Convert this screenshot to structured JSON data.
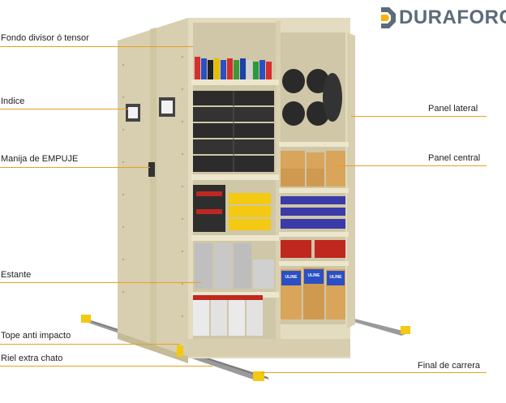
{
  "brand": {
    "name": "DURAFORCE",
    "accent": "#f4b400"
  },
  "callouts": {
    "fondo": "Fondo divisor ó tensor",
    "indice": "Indice",
    "manija": "Manija de EMPUJE",
    "estante": "Estante",
    "tope": "Tope anti impacto",
    "riel": "Riel extra chato",
    "panel_lateral": "Panel lateral",
    "panel_central": "Panel central",
    "final": "Final de carrera"
  },
  "box_labels": {
    "uline": "ULINE"
  },
  "colors": {
    "cabinet": "#e3dcc0",
    "cabinet_dark": "#c9c0a0",
    "callout_line": "#e6a11f",
    "bin_yellow": "#f3c911",
    "bin_blue": "#3a3aa8",
    "bin_red": "#c0271f",
    "box_cardboard": "#d9a55a"
  }
}
